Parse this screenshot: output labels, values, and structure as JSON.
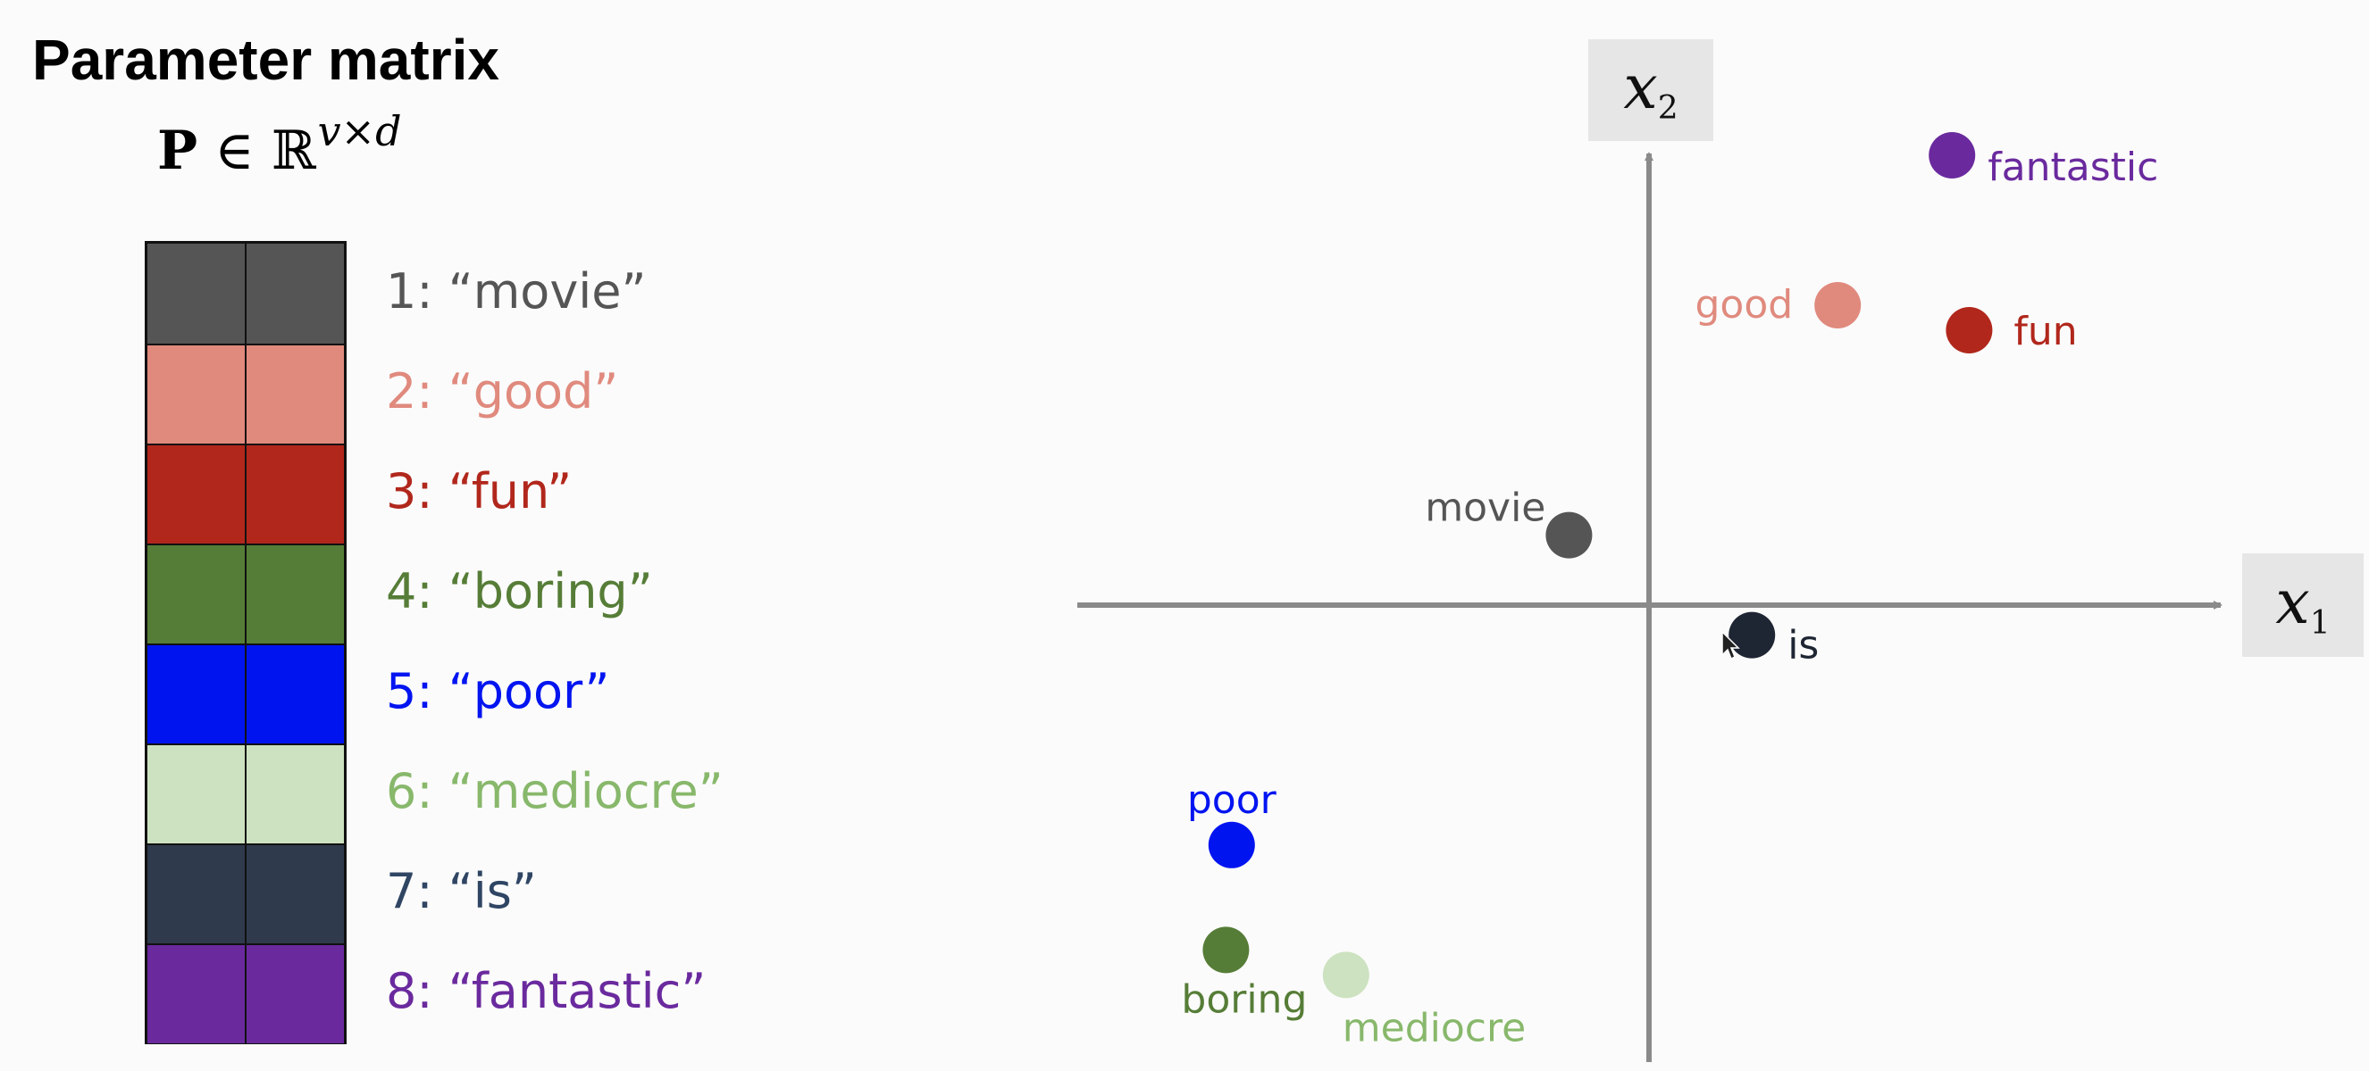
{
  "title": "Parameter matrix",
  "formula": {
    "symbol": "P",
    "relation": " ∈ ",
    "set": "ℝ",
    "superscript": "v×d"
  },
  "matrix_rows": [
    {
      "label": "1: “movie”",
      "color": "#555555",
      "label_color": "#555555"
    },
    {
      "label": "2: “good”",
      "color": "#e08a7e",
      "label_color": "#e08a7e"
    },
    {
      "label": "3: “fun”",
      "color": "#b1271c",
      "label_color": "#b1271c"
    },
    {
      "label": "4: “boring”",
      "color": "#567d37",
      "label_color": "#567d37"
    },
    {
      "label": "5: “poor”",
      "color": "#0014f0",
      "label_color": "#0014f0"
    },
    {
      "label": "6: “mediocre”",
      "color": "#cde2c0",
      "label_color": "#88b86b"
    },
    {
      "label": "7: “is”",
      "color": "#2f3b4c",
      "label_color": "#2f4563"
    },
    {
      "label": "8: “fantastic”",
      "color": "#6a2a9e",
      "label_color": "#6a2a9e"
    }
  ],
  "axes": {
    "x1": {
      "var": "x",
      "sub": "1"
    },
    "x2": {
      "var": "x",
      "sub": "2"
    },
    "axis_color": "#8a8a8a"
  },
  "points": [
    {
      "label": "fantastic",
      "x": 0.53,
      "y": 0.9,
      "color": "#6a2a9e",
      "label_color": "#6a2a9e"
    },
    {
      "label": "good",
      "x": 0.33,
      "y": 0.6,
      "color": "#e08a7e",
      "label_color": "#e08a7e"
    },
    {
      "label": "fun",
      "x": 0.56,
      "y": 0.55,
      "color": "#b1271c",
      "label_color": "#b1271c"
    },
    {
      "label": "movie",
      "x": -0.14,
      "y": 0.14,
      "color": "#555555",
      "label_color": "#555555"
    },
    {
      "label": "is",
      "x": 0.18,
      "y": -0.06,
      "color": "#1e2533",
      "label_color": "#1e2533"
    },
    {
      "label": "poor",
      "x": -0.73,
      "y": -0.48,
      "color": "#0014f0",
      "label_color": "#0014f0"
    },
    {
      "label": "boring",
      "x": -0.74,
      "y": -0.69,
      "color": "#567d37",
      "label_color": "#567d37"
    },
    {
      "label": "mediocre",
      "x": -0.53,
      "y": -0.74,
      "color": "#cde2c0",
      "label_color": "#88b86b"
    }
  ]
}
